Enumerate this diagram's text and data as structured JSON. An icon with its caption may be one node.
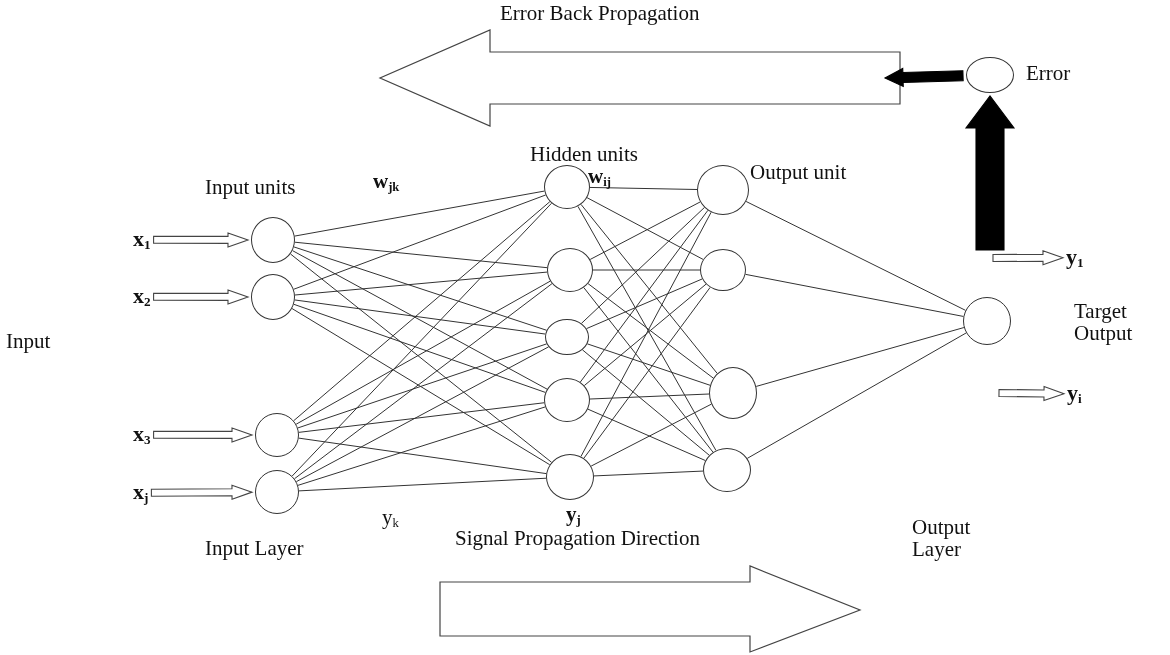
{
  "diagram": {
    "nodes": [
      {
        "text": [],
        "shape": "circle"
      },
      {
        "text": [],
        "shape": "circle"
      },
      {
        "text": [],
        "shape": "circle"
      },
      {
        "text": [],
        "shape": "circle"
      },
      {
        "text": [],
        "shape": "circle"
      },
      {
        "text": [],
        "shape": "circle"
      },
      {
        "text": [],
        "shape": "circle"
      },
      {
        "text": [],
        "shape": "circle"
      },
      {
        "text": [],
        "shape": "circle"
      },
      {
        "text": [],
        "shape": "circle"
      },
      {
        "text": [],
        "shape": "circle"
      },
      {
        "text": [],
        "shape": "circle"
      },
      {
        "text": [],
        "shape": "circle"
      },
      {
        "text": [],
        "shape": "circle"
      },
      {
        "text": [],
        "shape": "circle",
        "beside": [
          "Error"
        ]
      },
      {
        "text": [
          "x$_{1}$"
        ]
      },
      {
        "text": [
          "x$_{2}$"
        ]
      },
      {
        "text": [
          "x$_{3}$"
        ]
      },
      {
        "text": [
          "x$_{j}$"
        ]
      },
      {
        "text": [
          "y$_{1}$"
        ]
      },
      {
        "text": [
          "y$_{i}$"
        ]
      }
    ],
    "edges": [
      {
        "from": 0,
        "to": 4,
        "arrow": "none"
      },
      {
        "from": 0,
        "to": 5,
        "arrow": "none"
      },
      {
        "from": 0,
        "to": 6,
        "arrow": "none"
      },
      {
        "from": 0,
        "to": 7,
        "arrow": "none"
      },
      {
        "from": 0,
        "to": 8,
        "arrow": "none"
      },
      {
        "from": 1,
        "to": 4,
        "arrow": "none"
      },
      {
        "from": 1,
        "to": 5,
        "arrow": "none"
      },
      {
        "from": 1,
        "to": 6,
        "arrow": "none"
      },
      {
        "from": 1,
        "to": 7,
        "arrow": "none"
      },
      {
        "from": 1,
        "to": 8,
        "arrow": "none"
      },
      {
        "from": 2,
        "to": 4,
        "arrow": "none"
      },
      {
        "from": 2,
        "to": 5,
        "arrow": "none"
      },
      {
        "from": 2,
        "to": 6,
        "arrow": "none"
      },
      {
        "from": 2,
        "to": 7,
        "arrow": "none"
      },
      {
        "from": 2,
        "to": 8,
        "arrow": "none"
      },
      {
        "from": 3,
        "to": 4,
        "arrow": "none"
      },
      {
        "from": 3,
        "to": 5,
        "arrow": "none"
      },
      {
        "from": 3,
        "to": 6,
        "arrow": "none"
      },
      {
        "from": 3,
        "to": 7,
        "arrow": "none"
      },
      {
        "from": 3,
        "to": 8,
        "arrow": "none"
      },
      {
        "from": 4,
        "to": 9,
        "arrow": "none"
      },
      {
        "from": 4,
        "to": 10,
        "arrow": "none"
      },
      {
        "from": 4,
        "to": 11,
        "arrow": "none"
      },
      {
        "from": 4,
        "to": 12,
        "arrow": "none"
      },
      {
        "from": 5,
        "to": 9,
        "arrow": "none"
      },
      {
        "from": 5,
        "to": 10,
        "arrow": "none"
      },
      {
        "from": 5,
        "to": 11,
        "arrow": "none"
      },
      {
        "from": 5,
        "to": 12,
        "arrow": "none"
      },
      {
        "from": 6,
        "to": 9,
        "arrow": "none"
      },
      {
        "from": 6,
        "to": 10,
        "arrow": "none"
      },
      {
        "from": 6,
        "to": 11,
        "arrow": "none"
      },
      {
        "from": 6,
        "to": 12,
        "arrow": "none"
      },
      {
        "from": 7,
        "to": 9,
        "arrow": "none"
      },
      {
        "from": 7,
        "to": 10,
        "arrow": "none"
      },
      {
        "from": 7,
        "to": 11,
        "arrow": "none"
      },
      {
        "from": 7,
        "to": 12,
        "arrow": "none"
      },
      {
        "from": 8,
        "to": 9,
        "arrow": "none"
      },
      {
        "from": 8,
        "to": 10,
        "arrow": "none"
      },
      {
        "from": 8,
        "to": 11,
        "arrow": "none"
      },
      {
        "from": 8,
        "to": 12,
        "arrow": "none"
      },
      {
        "from": 9,
        "to": 13,
        "arrow": "none"
      },
      {
        "from": 10,
        "to": 13,
        "arrow": "none"
      },
      {
        "from": 11,
        "to": 13,
        "arrow": "none"
      },
      {
        "from": 12,
        "to": 13,
        "arrow": "none"
      },
      {
        "from": 15,
        "to": 0,
        "arrow": "to",
        "style": "thick"
      },
      {
        "from": 16,
        "to": 1,
        "arrow": "to",
        "style": "thick"
      },
      {
        "from": 17,
        "to": 2,
        "arrow": "to",
        "style": "thick"
      },
      {
        "from": 18,
        "to": 3,
        "arrow": "to",
        "style": "thick"
      },
      {
        "from": null,
        "to": 19,
        "arrow": "to",
        "style": "thick"
      },
      {
        "from": null,
        "to": 20,
        "arrow": "to",
        "style": "thick"
      },
      {
        "from": null,
        "to": 14,
        "arrow": "to",
        "style": "thick",
        "color": "#000000"
      },
      {
        "from": 14,
        "to": null,
        "arrow": "to",
        "style": "thick",
        "color": "#000000"
      }
    ],
    "labels": [
      "Error Back Propagation",
      "Hidden units",
      "Output unit",
      "Input units",
      "w$_{jk}$",
      "w$_{ij}$",
      "Input",
      "Target Output",
      "y$_{k}$",
      "y$_{j}$",
      "Input Layer",
      "Signal Propagation Direction",
      "Output Layer"
    ]
  }
}
